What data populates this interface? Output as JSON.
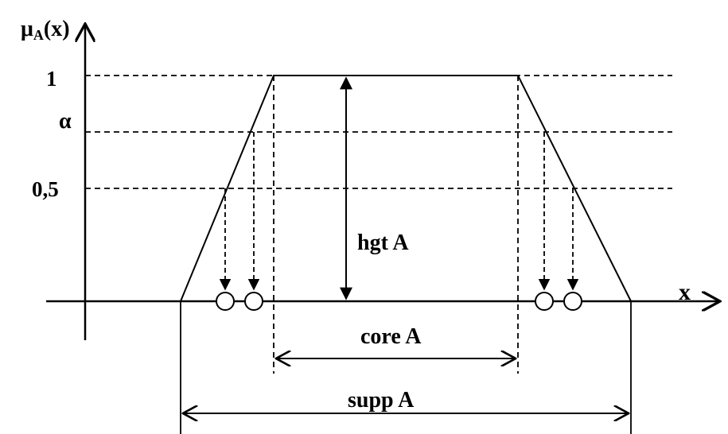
{
  "y_axis_label": {
    "main": "μ",
    "sub": "A",
    "rest": "(x)"
  },
  "x_axis_label": "x",
  "y_ticks": {
    "one": "1",
    "alpha": "α",
    "half": "0,5"
  },
  "labels": {
    "height": "hgt A",
    "core": "core A",
    "support": "supp A"
  }
}
